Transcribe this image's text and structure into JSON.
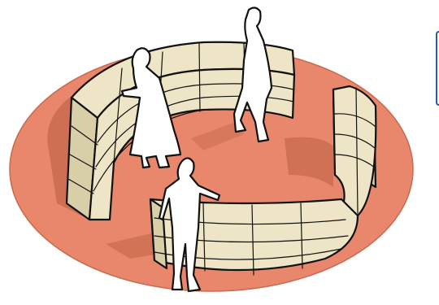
{
  "illustration": {
    "subject": "circular-shelving-display-with-shoppers",
    "colors": {
      "floor": "#e8876b",
      "floor_edge": "#c9694e",
      "shelf": "#ede5c6",
      "shelf_shade": "#d8cfa8",
      "shadow": "#b85a3f",
      "outline": "#111111",
      "figure": "#ffffff",
      "tab_border": "#2b5d9c"
    },
    "figure_count": 3,
    "shelf_tiers": 4
  }
}
